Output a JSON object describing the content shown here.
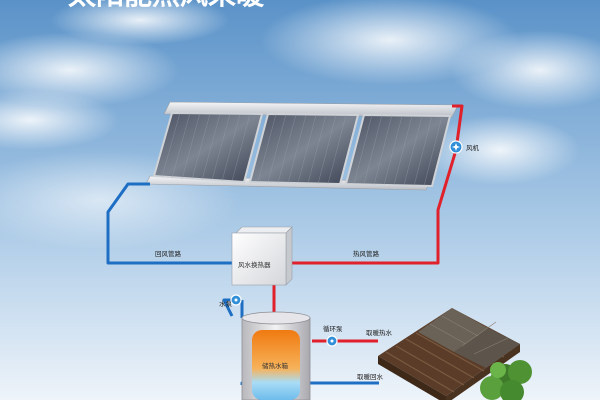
{
  "title": "太阳能热风采暖",
  "labels": {
    "fan": "风机",
    "return_air_duct": "回风管路",
    "heat_exchanger": "风水换热器",
    "hot_air_duct": "热风管路",
    "water_pump": "水泵",
    "storage_tank": "储热水箱",
    "circulation_pump": "循环泵",
    "heating_hot_water": "取暖热水",
    "heating_return_water": "取暖回水"
  },
  "colors": {
    "sky_top": "#5f95c8",
    "sky_bottom": "#eef4fa",
    "hot_pipe": "#e0202a",
    "cold_pipe": "#1e6fc4",
    "tank_hot": "#f08a1a",
    "tank_cold": "#7ec6f0",
    "pump": "#2f8fd8"
  },
  "icons": [
    "fan-icon",
    "pump-icon"
  ]
}
